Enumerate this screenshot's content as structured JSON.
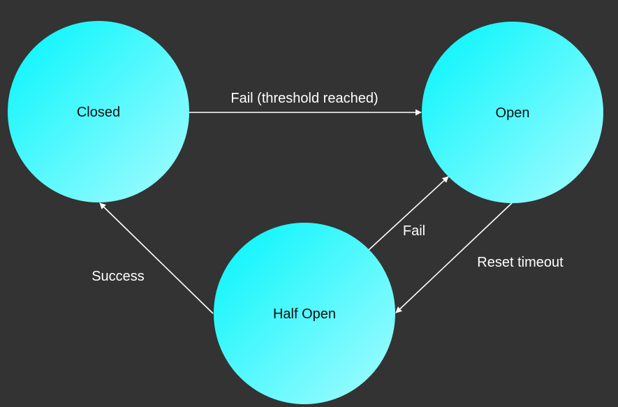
{
  "colors": {
    "background": "#333333",
    "node_fill_start": "#00f5fb",
    "node_fill_end": "#a7fcff",
    "edge": "#ffffff",
    "node_text": "#111111",
    "edge_text": "#ffffff"
  },
  "states": {
    "closed": "Closed",
    "open": "Open",
    "half_open": "Half Open"
  },
  "transitions": {
    "closed_to_open": "Fail (threshold reached)",
    "half_open_to_open": "Fail",
    "open_to_half_open": "Reset timeout",
    "half_open_to_closed": "Success"
  }
}
